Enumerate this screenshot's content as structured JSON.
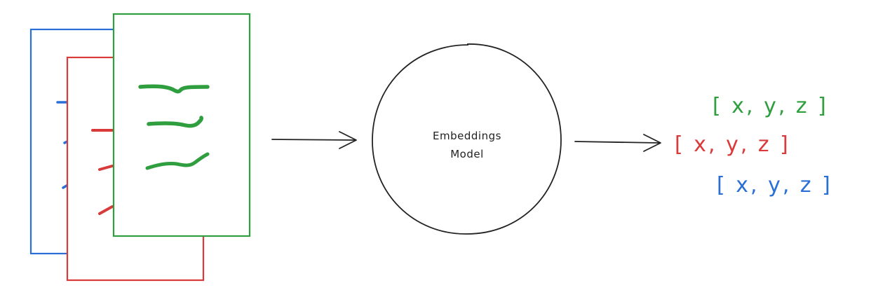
{
  "colors": {
    "blue": "#2a6fd6",
    "red": "#d93a3a",
    "green": "#2f9e3f",
    "ink": "#222222"
  },
  "model": {
    "label_line1": "Embeddings",
    "label_line2": "Model"
  },
  "vectors": {
    "green": "[ x, y, z ]",
    "red": "[ x, y, z ]",
    "blue": "[ x, y, z ]"
  }
}
